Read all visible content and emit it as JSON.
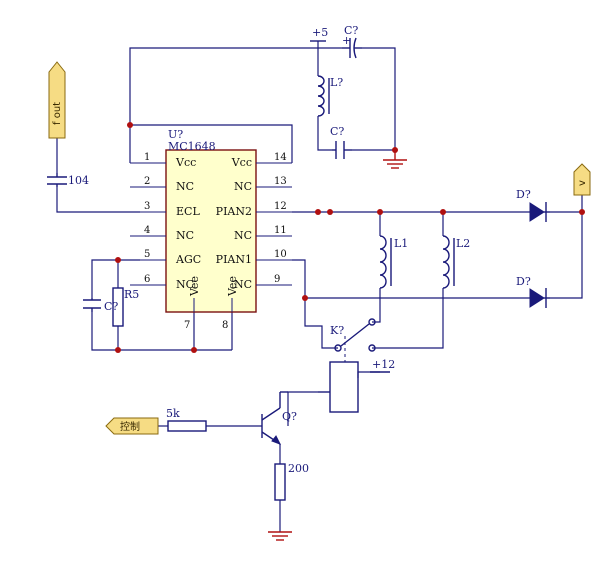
{
  "chip": {
    "designator": "U?",
    "part": "MC1648",
    "left_pins": [
      {
        "num": "1",
        "name": "Vcc"
      },
      {
        "num": "2",
        "name": "NC"
      },
      {
        "num": "3",
        "name": "ECL"
      },
      {
        "num": "4",
        "name": "NC"
      },
      {
        "num": "5",
        "name": "AGC"
      },
      {
        "num": "6",
        "name": "NC"
      }
    ],
    "right_pins": [
      {
        "num": "14",
        "name": "Vcc"
      },
      {
        "num": "13",
        "name": "NC"
      },
      {
        "num": "12",
        "name": "PIAN2"
      },
      {
        "num": "11",
        "name": "NC"
      },
      {
        "num": "10",
        "name": "PIAN1"
      },
      {
        "num": "9",
        "name": "NC"
      }
    ],
    "bottom_pins": [
      {
        "num": "7",
        "name": "Vee"
      },
      {
        "num": "8",
        "name": "Vee"
      }
    ]
  },
  "power": {
    "plus5": "+5",
    "plus12": "+12",
    "polarity": "+"
  },
  "components": {
    "cap_top": "C?",
    "inductor_top": "L?",
    "cap_mid": "C?",
    "cap_104": "104",
    "cap_left": "C?",
    "resistor_r5": "R5",
    "inductor_l1": "L1",
    "inductor_l2": "L2",
    "diode_top": "D?",
    "diode_bottom": "D?",
    "relay": "K?",
    "resistor_5k": "5k",
    "transistor": "Q?",
    "resistor_200": "200"
  },
  "ports": {
    "fout": "f out",
    "v": "v",
    "control": "控制"
  }
}
